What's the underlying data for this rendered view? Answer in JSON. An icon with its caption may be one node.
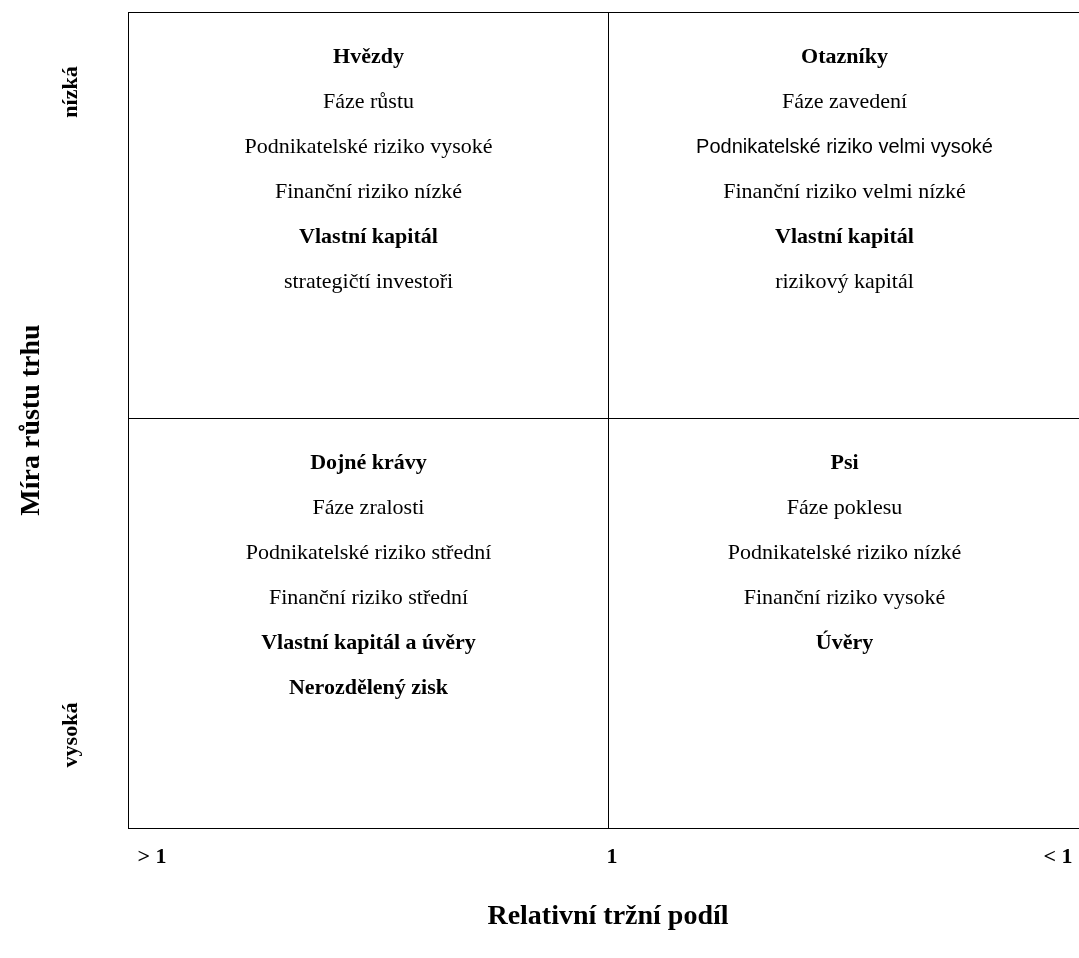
{
  "diagram": {
    "nodes": [
      {
        "text": [
          "Hvězdy",
          "Fáze růstu",
          "Podnikatelské riziko vysoké",
          "Finanční riziko nízké",
          "Vlastní kapitál",
          "strategičtí investoři"
        ]
      },
      {
        "text": [
          "Otazníky",
          "Fáze zavedení",
          "Podnikatelské riziko velmi vysoké",
          "Finanční riziko velmi nízké",
          "Vlastní kapitál",
          "rizikový kapitál"
        ]
      },
      {
        "text": [
          "Dojné krávy",
          "Fáze zralosti",
          "Podnikatelské riziko střední",
          "Finanční riziko střední",
          "Vlastní kapitál a úvěry",
          "Nerozdělený zisk"
        ]
      },
      {
        "text": [
          "Psi",
          "Fáze poklesu",
          "Podnikatelské riziko nízké",
          "Finanční riziko vysoké",
          "Úvěry"
        ]
      }
    ],
    "labels": [
      "nízká",
      "Míra růstu trhu",
      "vysoká",
      "> 1",
      "1",
      "< 1",
      "Relativní tržní podíl"
    ]
  }
}
